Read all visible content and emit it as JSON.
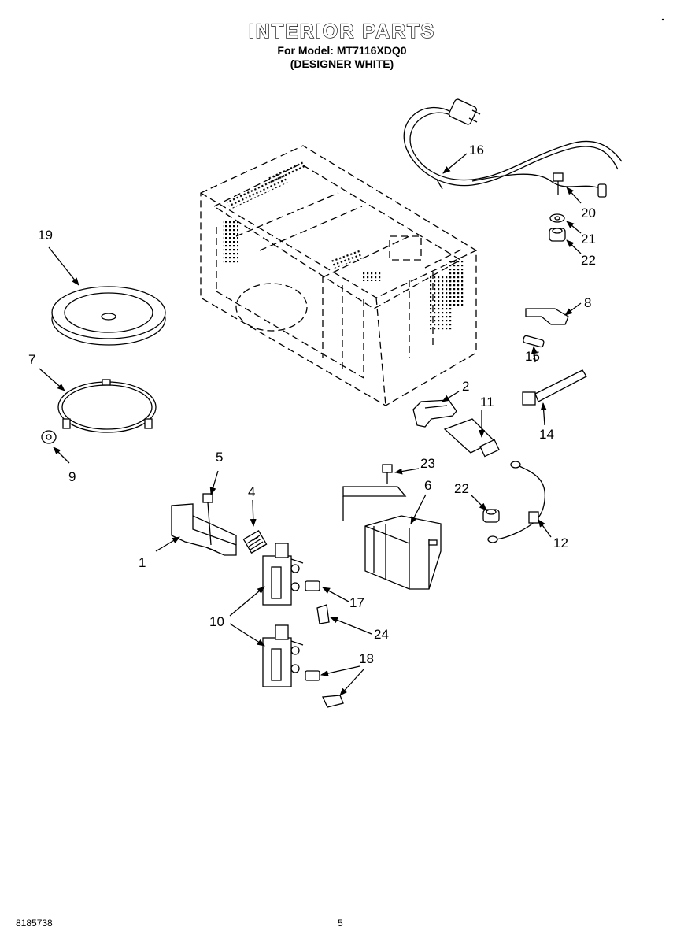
{
  "header": {
    "title": "INTERIOR PARTS",
    "model_line": "For Model: MT7116XDQ0",
    "color_line": "(DESIGNER WHITE)"
  },
  "footer": {
    "doc_number": "8185738",
    "page_number": "5"
  },
  "callouts": {
    "c1": "1",
    "c2": "2",
    "c4": "4",
    "c5": "5",
    "c6": "6",
    "c7": "7",
    "c8": "8",
    "c9": "9",
    "c10": "10",
    "c11": "11",
    "c12": "12",
    "c14": "14",
    "c15": "15",
    "c16": "16",
    "c17": "17",
    "c18": "18",
    "c19": "19",
    "c20": "20",
    "c21": "21",
    "c22a": "22",
    "c22b": "22",
    "c23": "23",
    "c24": "24"
  }
}
